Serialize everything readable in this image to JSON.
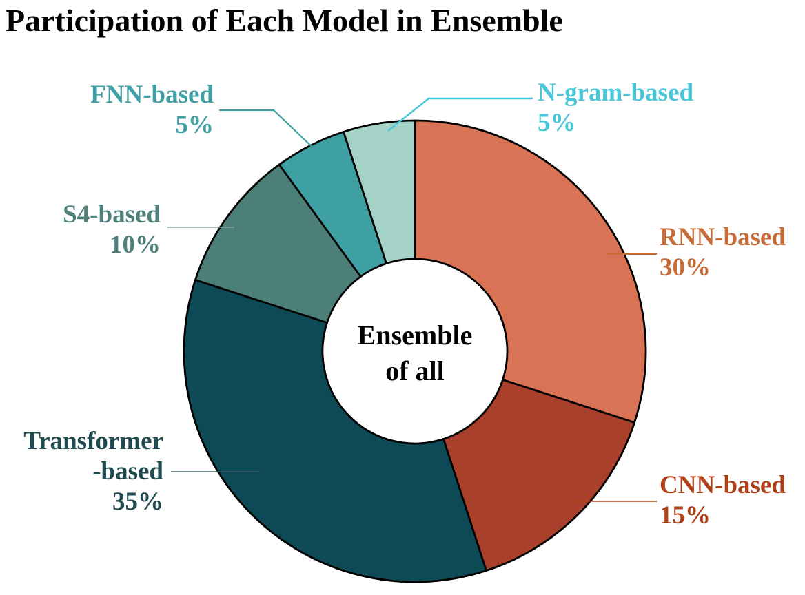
{
  "chart_data": {
    "type": "pie",
    "variant": "donut",
    "title": "Participation of Each Model in Ensemble",
    "center_label": "Ensemble of all",
    "center_label_lines": [
      "Ensemble",
      "of all"
    ],
    "start_angle": "12-oclock",
    "direction": "clockwise",
    "total": 100,
    "legend_position": "outside-callouts",
    "slices": [
      {
        "label": "RNN-based",
        "value": 30,
        "pct_text": "30%",
        "color": "#d97356",
        "label_color": "#c66a36",
        "leader_color": "#c66a36",
        "label_lines": [
          "RNN-based",
          "30%"
        ]
      },
      {
        "label": "CNN-based",
        "value": 15,
        "pct_text": "15%",
        "color": "#a8402b",
        "label_color": "#b04018",
        "leader_color": "#b04018",
        "label_lines": [
          "CNN-based",
          "15%"
        ]
      },
      {
        "label": "Transformer-based",
        "value": 35,
        "pct_text": "35%",
        "color": "#0d4a56",
        "label_color": "#1f4a50",
        "leader_color": "#3a5a5e",
        "label_lines": [
          "Transformer",
          "-based",
          "35%"
        ]
      },
      {
        "label": "S4-based",
        "value": 10,
        "pct_text": "10%",
        "color": "#4c7f77",
        "label_color": "#4f807a",
        "leader_color": "#87a39d",
        "label_lines": [
          "S4-based",
          "10%"
        ]
      },
      {
        "label": "FNN-based",
        "value": 5,
        "pct_text": "5%",
        "color": "#3fa0a3",
        "label_color": "#3f9fa4",
        "leader_color": "#3f9fa4",
        "label_lines": [
          "FNN-based",
          "5%"
        ]
      },
      {
        "label": "N-gram-based",
        "value": 5,
        "pct_text": "5%",
        "color": "#a5d2c6",
        "label_color": "#4ac6d8",
        "leader_color": "#4ac6d8",
        "label_lines": [
          "N-gram-based",
          "5%"
        ]
      }
    ],
    "stroke_color": "#000000"
  }
}
